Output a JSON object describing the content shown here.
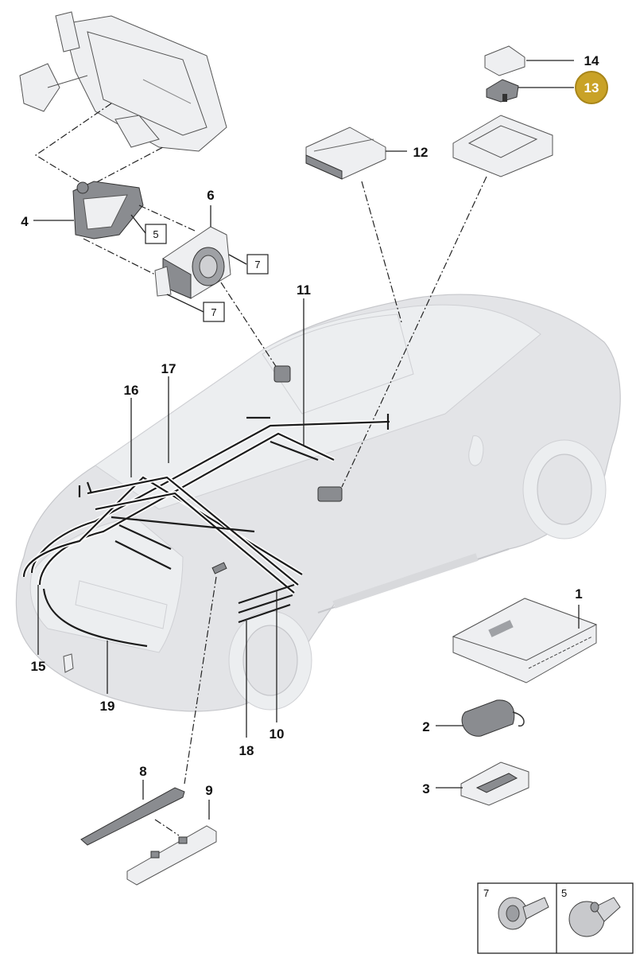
{
  "callouts": {
    "c1": "1",
    "c2": "2",
    "c3": "3",
    "c4": "4",
    "c6": "6",
    "c8": "8",
    "c9": "9",
    "c10": "10",
    "c11": "11",
    "c12": "12",
    "c13": "13",
    "c14": "14",
    "c15": "15",
    "c16": "16",
    "c17": "17",
    "c18": "18",
    "c19": "19"
  },
  "boxed_refs": {
    "b5": "5",
    "b7a": "7",
    "b7b": "7"
  },
  "legend": {
    "fastener_7": "7",
    "fastener_5": "5"
  },
  "colors": {
    "highlight": "#c9a227",
    "highlight_border": "#a8861a",
    "car_body": "#e3e4e7",
    "line": "#222222"
  }
}
